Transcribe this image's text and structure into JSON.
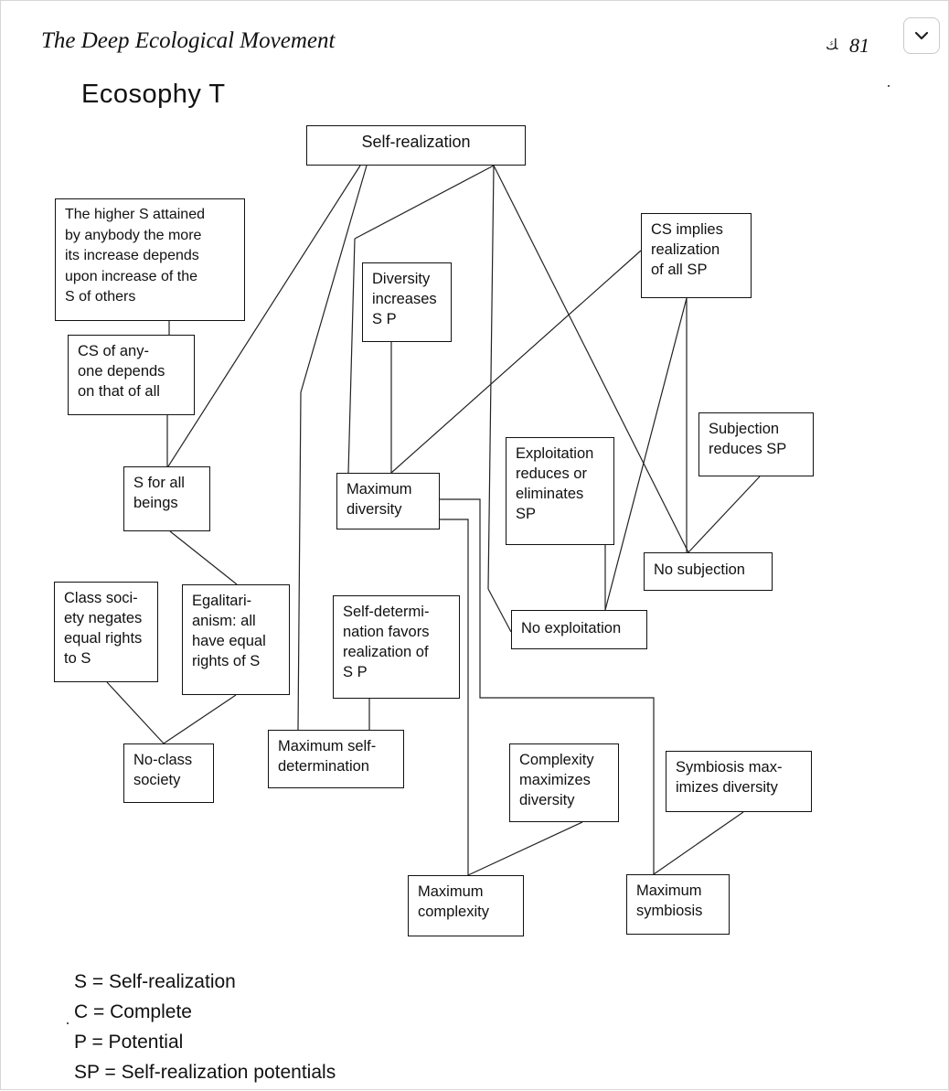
{
  "page": {
    "running_title": "The Deep Ecological Movement",
    "ornament": "ﻚ",
    "page_number": "81",
    "diagram_title": "Ecosophy T"
  },
  "controls": {
    "expand_icon": "chevron-down-icon"
  },
  "diagram": {
    "boxes": {
      "self_realization": "Self-realization",
      "higher_s": "The higher S attained\nby anybody the more\nits increase depends\nupon increase of the\nS of others",
      "cs_of_anyone": "CS of any-\none depends\non that of all",
      "s_for_all": "S for all\nbeings",
      "class_society": "Class soci-\nety negates\nequal rights\nto S",
      "egalitarianism": "Egalitari-\nanism: all\nhave equal\nrights of S",
      "no_class": "No-class\nsociety",
      "diversity_increases": "Diversity\nincreases\nS P",
      "max_diversity": "Maximum\ndiversity",
      "self_determination_favors": "Self-determi-\nnation favors\nrealization of\nS P",
      "max_self_determination": "Maximum self-\ndetermination",
      "cs_implies": "CS implies\nrealization\nof all SP",
      "exploitation_reduces": "Exploitation\nreduces or\neliminates\nSP",
      "subjection_reduces": "Subjection\nreduces SP",
      "no_subjection": "No subjection",
      "no_exploitation": "No exploitation",
      "complexity_maximizes": "Complexity\nmaximizes\ndiversity",
      "symbiosis_maximizes": "Symbiosis max-\nimizes diversity",
      "max_complexity": "Maximum\ncomplexity",
      "max_symbiosis": "Maximum\nsymbiosis"
    }
  },
  "legend": [
    "S = Self-realization",
    "C = Complete",
    "P = Potential",
    "SP = Self-realization potentials"
  ]
}
